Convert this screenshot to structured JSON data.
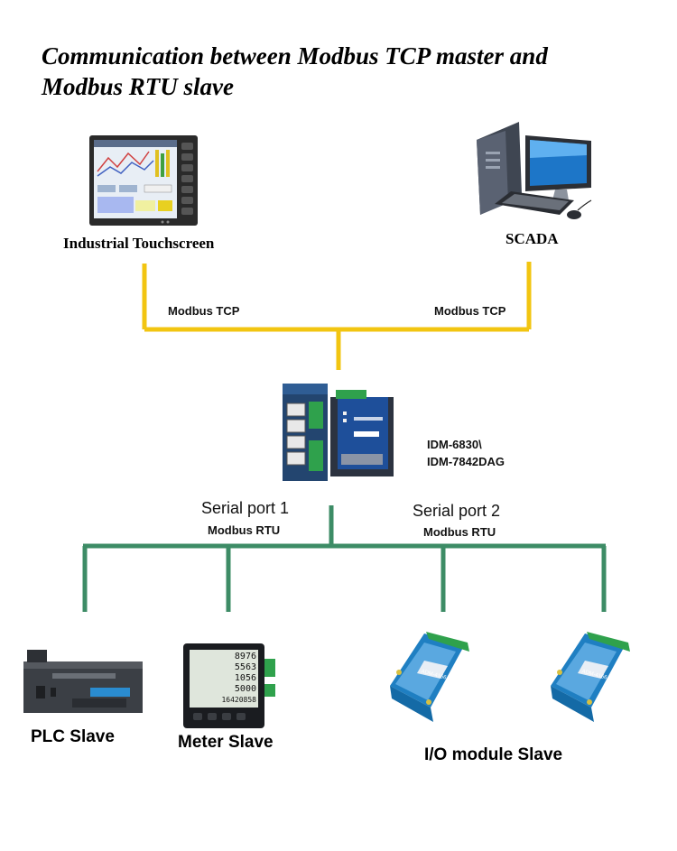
{
  "title_line1": "Communication between Modbus TCP master and",
  "title_line2": "Modbus RTU slave",
  "nodes": {
    "touchscreen": "Industrial Touchscreen",
    "scada": "SCADA",
    "gateway_line1": "IDM-6830\\",
    "gateway_line2": "IDM-7842DAG",
    "plc": "PLC Slave",
    "meter": "Meter Slave",
    "io": "I/O module Slave"
  },
  "links": {
    "tcp_left": "Modbus TCP",
    "tcp_right": "Modbus TCP",
    "port1": "Serial port 1",
    "port2": "Serial port 2",
    "rtu_left": "Modbus RTU",
    "rtu_right": "Modbus RTU"
  },
  "meter_readings": [
    "8976",
    "5563",
    "1056",
    "5000",
    "16420858"
  ],
  "io_model_left": "ADM-4166",
  "io_model_right": "ADM-4166",
  "colors": {
    "tcp_line": "#f2c511",
    "rtu_line": "#3d8c66",
    "module_blue": "#2a86c8"
  }
}
